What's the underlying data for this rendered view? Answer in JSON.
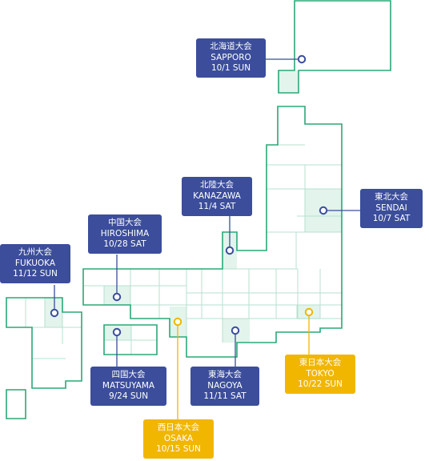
{
  "colors": {
    "outline": "#2aa877",
    "grid": "#b7e1cf",
    "fill_highlight": "#e2f4ec",
    "navy": "#3b4d9b",
    "gold": "#f1b600",
    "text_on_label": "#ffffff"
  },
  "events": [
    {
      "id": "sapporo",
      "name": "北海道大会",
      "city": "SAPPORO",
      "date": "10/1 SUN",
      "color": "navy"
    },
    {
      "id": "sendai",
      "name": "東北大会",
      "city": "SENDAI",
      "date": "10/7 SAT",
      "color": "navy"
    },
    {
      "id": "kanazawa",
      "name": "北陸大会",
      "city": "KANAZAWA",
      "date": "11/4 SAT",
      "color": "navy"
    },
    {
      "id": "hiroshima",
      "name": "中国大会",
      "city": "HIROSHIMA",
      "date": "10/28 SAT",
      "color": "navy"
    },
    {
      "id": "fukuoka",
      "name": "九州大会",
      "city": "FUKUOKA",
      "date": "11/12 SUN",
      "color": "navy"
    },
    {
      "id": "matsuyama",
      "name": "四国大会",
      "city": "MATSUYAMA",
      "date": "9/24 SUN",
      "color": "navy"
    },
    {
      "id": "nagoya",
      "name": "東海大会",
      "city": "NAGOYA",
      "date": "11/11 SAT",
      "color": "navy"
    },
    {
      "id": "tokyo",
      "name": "東日本大会",
      "city": "TOKYO",
      "date": "10/22 SUN",
      "color": "gold"
    },
    {
      "id": "osaka",
      "name": "西日本大会",
      "city": "OSAKA",
      "date": "10/15 SUN",
      "color": "gold"
    }
  ]
}
